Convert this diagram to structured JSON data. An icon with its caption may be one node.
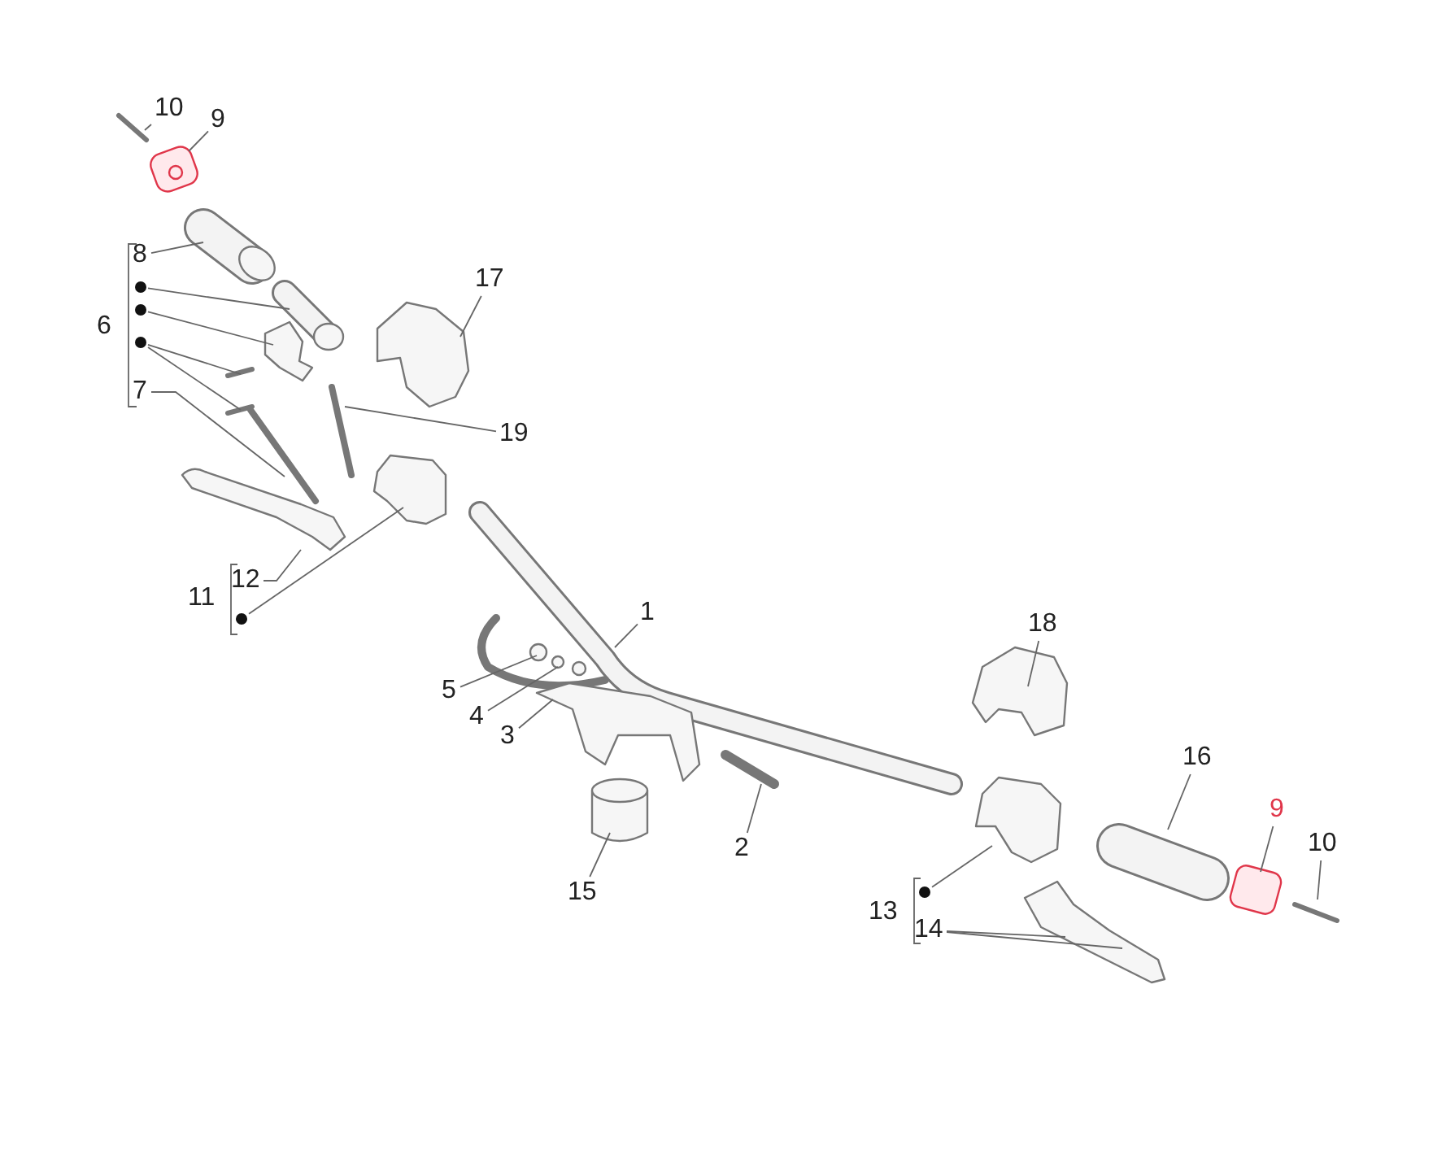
{
  "diagram": {
    "nodes": [
      {
        "text": [
          "10"
        ]
      },
      {
        "text": [
          "9"
        ]
      },
      {
        "text": [
          "8"
        ]
      },
      {
        "text": [],
        "shape": "circle"
      },
      {
        "text": [],
        "shape": "circle"
      },
      {
        "text": [],
        "shape": "circle"
      },
      {
        "text": [
          "7"
        ]
      },
      {
        "text": [
          "17"
        ]
      },
      {
        "text": [
          "19"
        ]
      },
      {
        "text": [
          "12"
        ]
      },
      {
        "text": [],
        "shape": "circle"
      },
      {
        "text": [
          "1"
        ]
      },
      {
        "text": [
          "5"
        ]
      },
      {
        "text": [
          "4"
        ]
      },
      {
        "text": [
          "3"
        ]
      },
      {
        "text": [
          "18"
        ]
      },
      {
        "text": [
          "16"
        ]
      },
      {
        "text": [
          "9"
        ]
      },
      {
        "text": [
          "10"
        ]
      },
      {
        "text": [
          "2"
        ]
      },
      {
        "text": [
          "15"
        ]
      },
      {
        "text": [],
        "shape": "circle"
      },
      {
        "text": [
          "14"
        ]
      }
    ],
    "edges": [
      {
        "from": 0,
        "to": null,
        "arrow": "none"
      },
      {
        "from": 1,
        "to": null,
        "arrow": "none"
      },
      {
        "from": 2,
        "to": null,
        "arrow": "none"
      },
      {
        "from": 3,
        "to": null,
        "arrow": "none"
      },
      {
        "from": 4,
        "to": null,
        "arrow": "none"
      },
      {
        "from": 5,
        "to": null,
        "arrow": "none"
      },
      {
        "from": 5,
        "to": null,
        "arrow": "none"
      },
      {
        "from": 6,
        "to": null,
        "arrow": "none"
      },
      {
        "from": 7,
        "to": null,
        "arrow": "none"
      },
      {
        "from": 8,
        "to": null,
        "arrow": "none"
      },
      {
        "from": 9,
        "to": null,
        "arrow": "none"
      },
      {
        "from": 10,
        "to": null,
        "arrow": "none"
      },
      {
        "from": 11,
        "to": null,
        "arrow": "none"
      },
      {
        "from": 12,
        "to": null,
        "arrow": "none"
      },
      {
        "from": 13,
        "to": null,
        "arrow": "none"
      },
      {
        "from": 14,
        "to": null,
        "arrow": "none"
      },
      {
        "from": 15,
        "to": null,
        "arrow": "none"
      },
      {
        "from": 16,
        "to": null,
        "arrow": "none"
      },
      {
        "from": 17,
        "to": null,
        "arrow": "none"
      },
      {
        "from": 18,
        "to": null,
        "arrow": "none"
      },
      {
        "from": 19,
        "to": null,
        "arrow": "none"
      },
      {
        "from": 20,
        "to": null,
        "arrow": "none"
      },
      {
        "from": 21,
        "to": null,
        "arrow": "none"
      },
      {
        "from": 22,
        "to": null,
        "arrow": "none"
      },
      {
        "from": 22,
        "to": null,
        "arrow": "none"
      }
    ],
    "labels": [
      "6",
      "11",
      "13"
    ]
  }
}
